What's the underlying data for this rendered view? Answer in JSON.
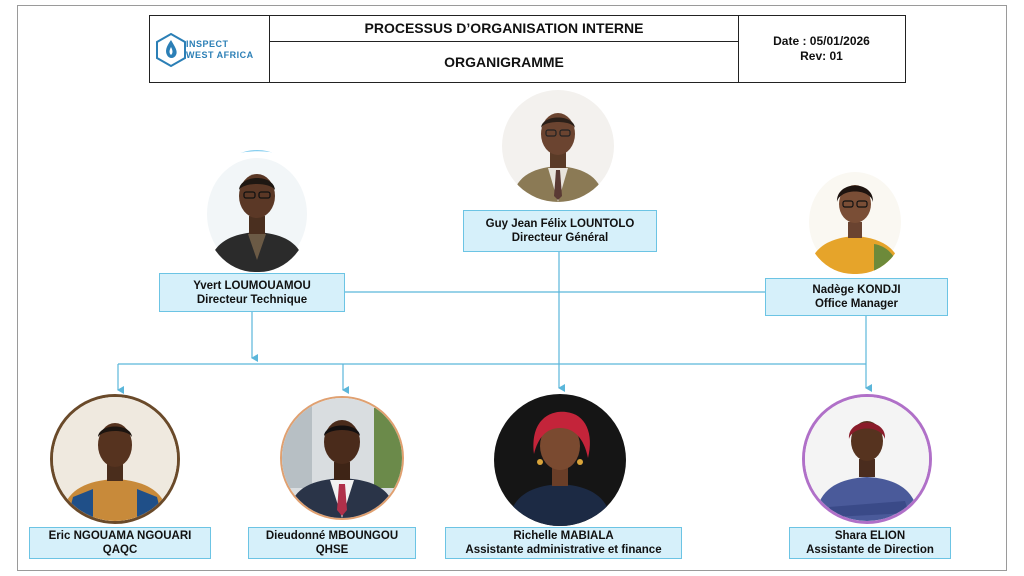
{
  "header": {
    "logo_line1": "INSPECT",
    "logo_line2": "WEST AFRICA",
    "title": "PROCESSUS D’ORGANISATION INTERNE",
    "subtitle": "ORGANIGRAMME",
    "date": "Date : 05/01/2026",
    "rev": "Rev: 01"
  },
  "people": {
    "dg": {
      "name": "Guy Jean Félix LOUNTOLO",
      "role": "Directeur Général"
    },
    "dt": {
      "name": "Yvert LOUMOUAMOU",
      "role": "Directeur Technique"
    },
    "om": {
      "name": "Nadège KONDJI",
      "role": "Office Manager"
    },
    "qaqc": {
      "name": "Eric NGOUAMA NGOUARI",
      "role": "QAQC"
    },
    "qhse": {
      "name": "Dieudonné MBOUNGOU",
      "role": "QHSE"
    },
    "adm": {
      "name": "Richelle MABIALA",
      "role": "Assistante administrative et finance"
    },
    "ad": {
      "name": "Shara ELION",
      "role": "Assistante de Direction"
    }
  },
  "colors": {
    "connector": "#5bb6da",
    "box_fill": "#d6f0fa",
    "box_border": "#6cc4e4"
  }
}
